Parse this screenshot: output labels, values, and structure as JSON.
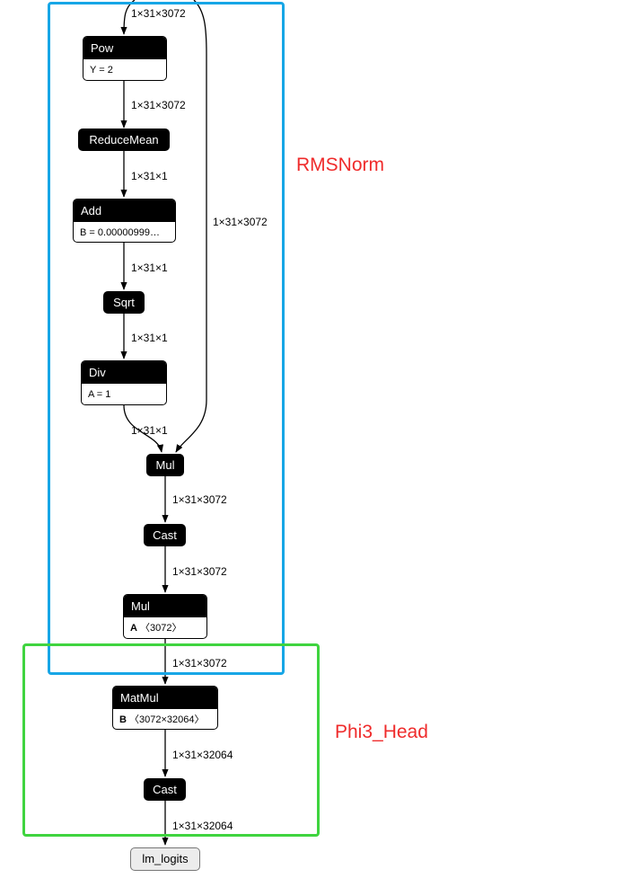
{
  "groups": {
    "rmsnorm": {
      "label": "RMSNorm",
      "color": "#17a6e6"
    },
    "phi3_head": {
      "label": "Phi3_Head",
      "color": "#3fd43f"
    }
  },
  "nodes": {
    "pow": {
      "op": "Pow",
      "attr_name": "Y",
      "attr_sep": " = ",
      "attr_value": "2"
    },
    "reducemean": {
      "op": "ReduceMean"
    },
    "add": {
      "op": "Add",
      "attr_name": "B",
      "attr_sep": " = ",
      "attr_value": "0.00000999…"
    },
    "sqrt": {
      "op": "Sqrt"
    },
    "div": {
      "op": "Div",
      "attr_name": "A",
      "attr_sep": " = ",
      "attr_value": "1"
    },
    "mul1": {
      "op": "Mul"
    },
    "cast1": {
      "op": "Cast"
    },
    "mul2": {
      "op": "Mul",
      "attr_name": "A",
      "attr_value": "〈3072〉"
    },
    "matmul": {
      "op": "MatMul",
      "attr_name": "B",
      "attr_value": "〈3072×32064〉"
    },
    "cast2": {
      "op": "Cast"
    },
    "output": {
      "op": "lm_logits"
    }
  },
  "edges": {
    "top_in": "1×31×3072",
    "pow_reducemean": "1×31×3072",
    "reducemean_add": "1×31×1",
    "skip_to_mul": "1×31×3072",
    "add_sqrt": "1×31×1",
    "sqrt_div": "1×31×1",
    "div_mul": "1×31×1",
    "mul_cast": "1×31×3072",
    "cast_mul": "1×31×3072",
    "mul_matmul": "1×31×3072",
    "matmul_cast": "1×31×32064",
    "cast_output": "1×31×32064"
  }
}
